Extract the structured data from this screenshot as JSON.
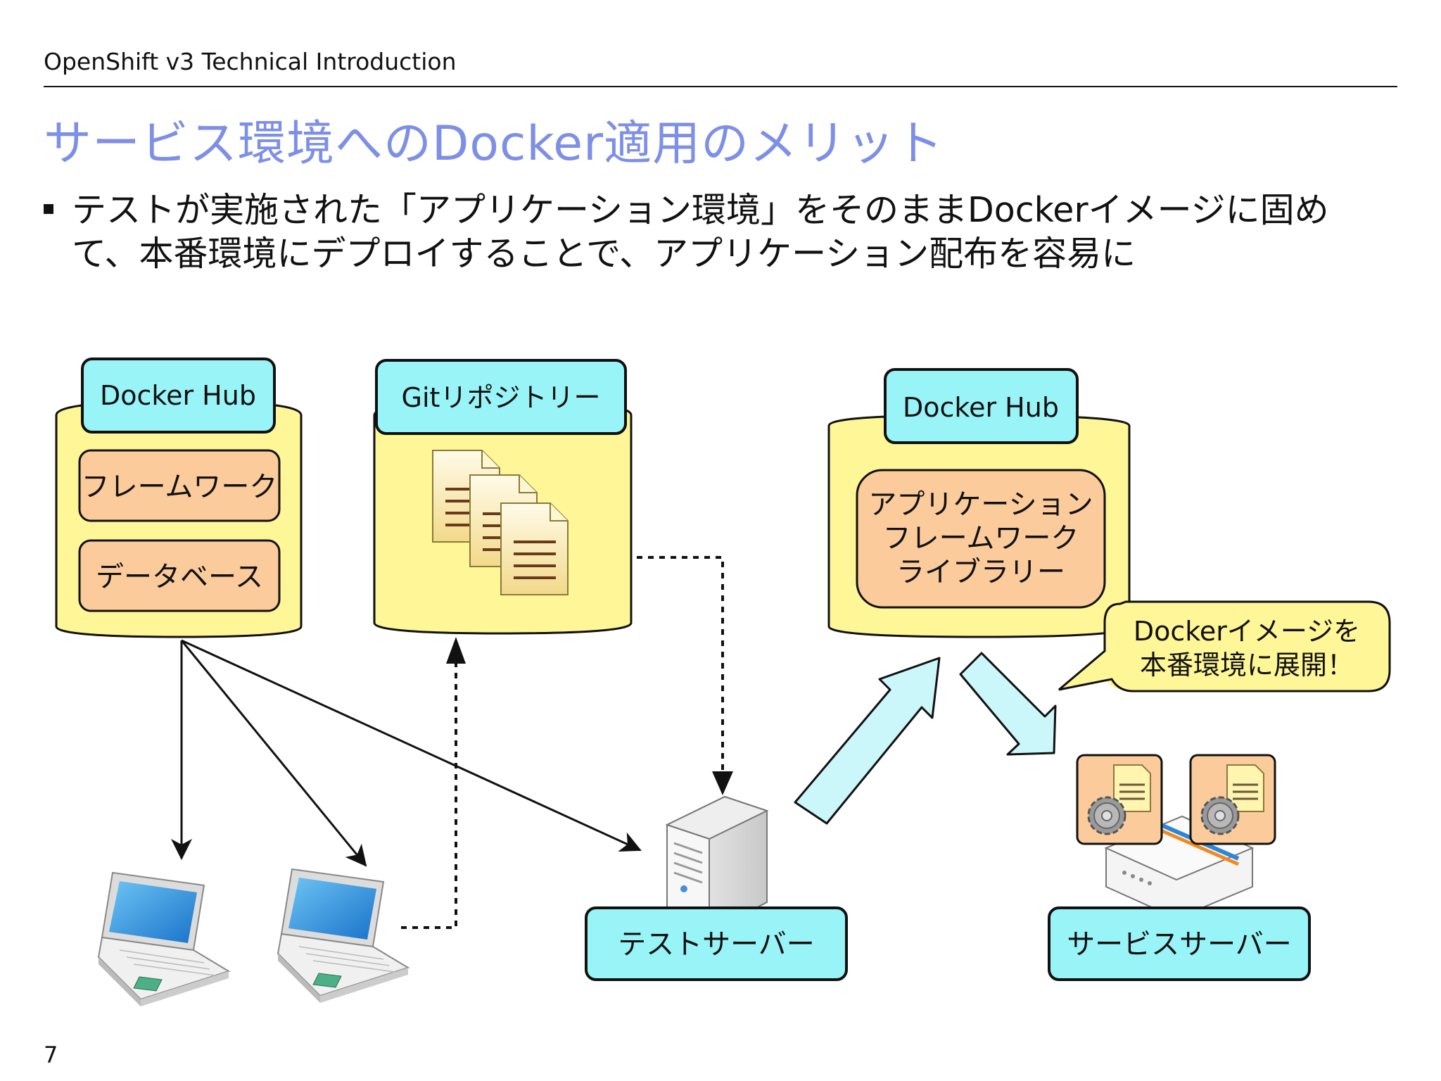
{
  "header": "OpenShift v3 Technical Introduction",
  "title": "サービス環境へのDocker適用のメリット",
  "bullet": "テストが実施された「アプリケーション環境」をそのままDockerイメージに固めて、本番環境にデプロイすることで、アプリケーション配布を容易に",
  "page_number": "7",
  "diagram": {
    "docker_hub_left": {
      "title": "Docker Hub",
      "items": [
        "フレームワーク",
        "データベース"
      ]
    },
    "git_repository": {
      "title": "Gitリポジトリー"
    },
    "docker_hub_right": {
      "title": "Docker Hub",
      "contents": [
        "アプリケーション",
        "フレームワーク",
        "ライブラリー"
      ]
    },
    "callout": [
      "Dockerイメージを",
      "本番環境に展開！"
    ],
    "test_server": "テストサーバー",
    "service_server": "サービスサーバー"
  },
  "colors": {
    "title": "#7d8fe6",
    "label_box": "#99f4f8",
    "container": "#fef697",
    "item_box": "#fbcb9c",
    "arrow_fill": "#cbf7fa"
  }
}
